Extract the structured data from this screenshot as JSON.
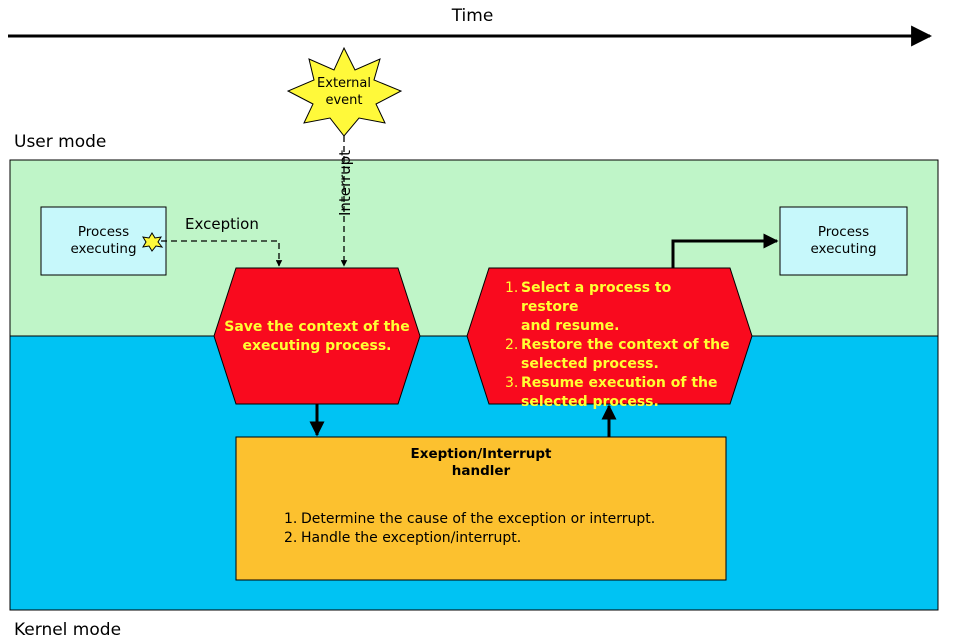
{
  "time_label": "Time",
  "user_mode_label": "User mode",
  "kernel_mode_label": "Kernel mode",
  "external_event": {
    "line1": "External",
    "line2": "event"
  },
  "interrupt_label": "Interrupt",
  "exception_label": "Exception",
  "process_left": {
    "line1": "Process",
    "line2": "executing"
  },
  "process_right": {
    "line1": "Process",
    "line2": "executing"
  },
  "save_context": {
    "line1": "Save the context of the",
    "line2": "executing process."
  },
  "restore_steps": [
    {
      "num": "1.",
      "line1": "Select a process to restore",
      "line2": "and resume."
    },
    {
      "num": "2.",
      "line1": "Restore the context of the",
      "line2": "selected process."
    },
    {
      "num": "3.",
      "line1": "Resume execution of the",
      "line2": "selected process."
    }
  ],
  "handler": {
    "title_line1": "Exeption/Interrupt",
    "title_line2": "handler",
    "steps": [
      {
        "num": "1.",
        "text": "Determine the cause of the exception or interrupt."
      },
      {
        "num": "2.",
        "text": "Handle the exception/interrupt."
      }
    ]
  },
  "colors": {
    "user_mode_bg": "#bff5c8",
    "kernel_mode_bg": "#00c3f3",
    "process_box": "#c7f8fb",
    "hexagon": "#f90a1e",
    "hexagon_text": "#ffff33",
    "handler_box": "#fcc12f",
    "star": "#fff93a"
  }
}
